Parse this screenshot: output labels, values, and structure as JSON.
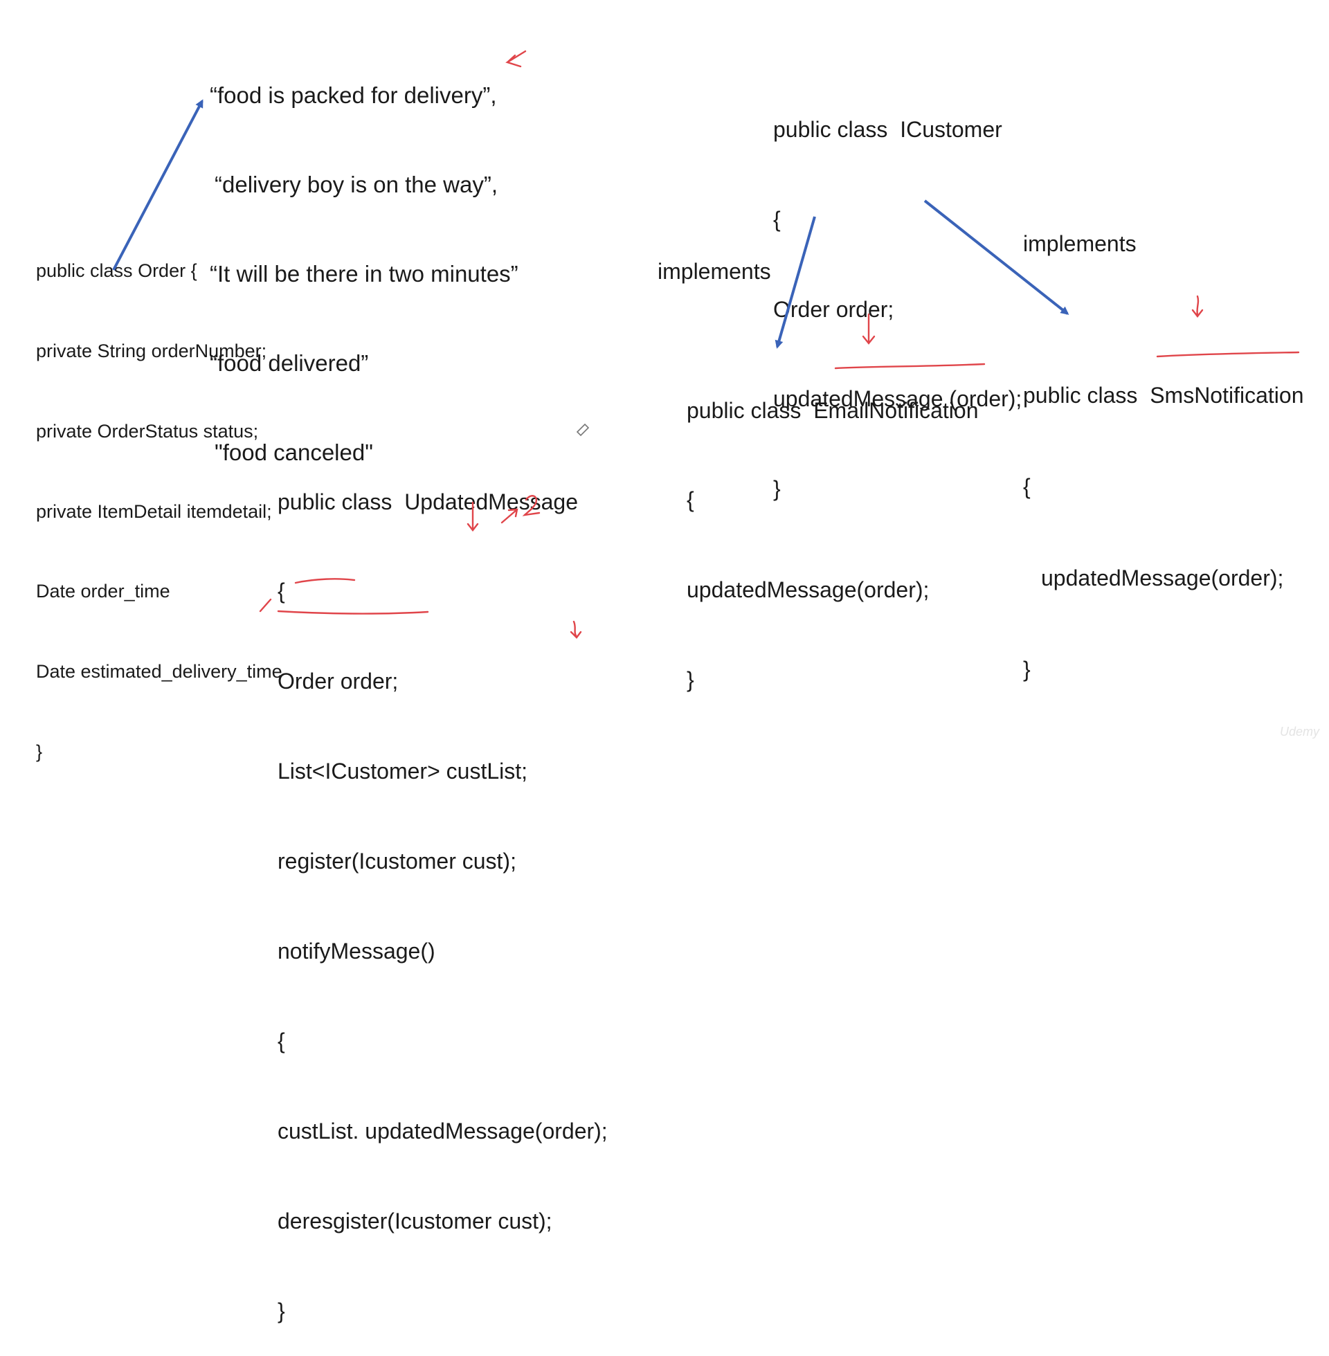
{
  "status_messages": [
    "“food is packed for delivery”,",
    "“delivery boy is on the way”,",
    "“It will be there in two minutes”",
    "“food delivered”",
    "\"food canceled\""
  ],
  "order_class": [
    "public class Order {",
    "private String orderNumber;",
    "private OrderStatus status;",
    "private ItemDetail itemdetail;",
    "Date order_time",
    "Date estimated_delivery_time",
    "}"
  ],
  "icustomer_class": [
    "public class  ICustomer",
    "{",
    "Order order;",
    "updatedMessage (order);",
    "}"
  ],
  "updated_message_class": [
    "public class  UpdatedMessage",
    "{",
    "Order order;",
    "List<ICustomer> custList;",
    "register(Icustomer cust);",
    "notifyMessage()",
    "{",
    "custList. updatedMessage(order);",
    "deresgister(Icustomer cust);",
    "}"
  ],
  "email_notification_class": [
    "public class  EmailNotification",
    "{",
    "updatedMessage(order);",
    "}"
  ],
  "sms_notification_class": [
    "public class  SmsNotification",
    "{",
    "updatedMessage(order);",
    "}"
  ],
  "relationship_labels": {
    "left": "implements",
    "right": "implements"
  },
  "watermark": "Udemy",
  "colors": {
    "text": "#1a1a1a",
    "arrow": "#3a63b8",
    "annotation": "#e0454a",
    "background": "#ffffff"
  }
}
